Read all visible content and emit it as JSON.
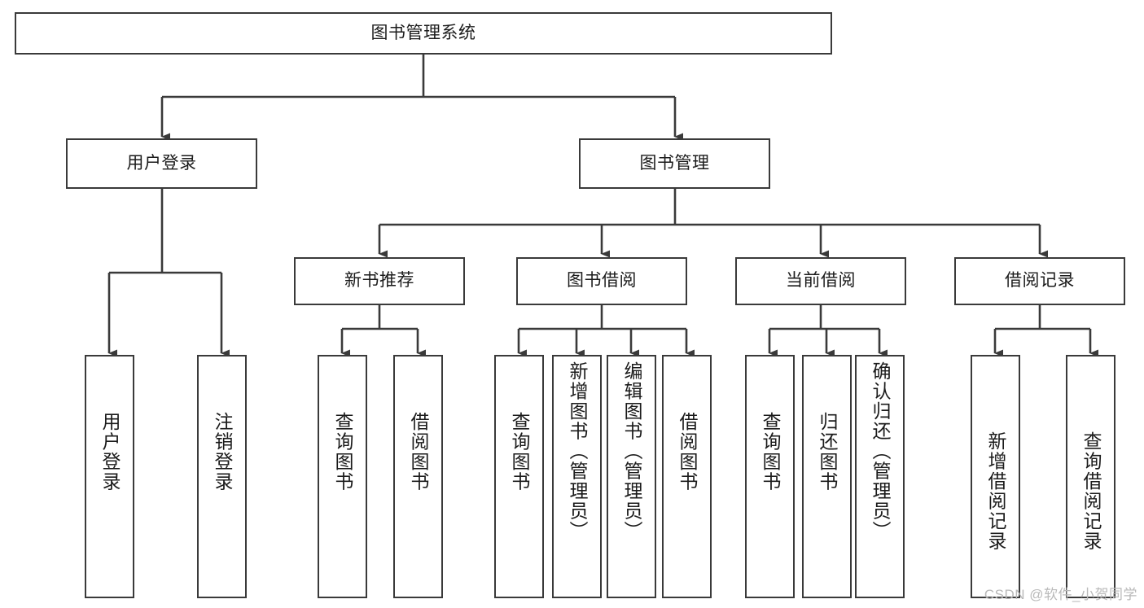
{
  "diagram": {
    "title": "图书管理系统",
    "type": "tree-hierarchy-diagram",
    "orientation": "top-down",
    "colors": {
      "box_border": "#3a3a3a",
      "box_fill": "#ffffff",
      "edge": "#3a3a3a",
      "text": "#1b1b1b",
      "watermark": "#b9b9b9",
      "background": "#ffffff"
    },
    "root": {
      "label": "图书管理系统"
    },
    "level2": [
      {
        "label": "用户登录"
      },
      {
        "label": "图书管理"
      }
    ],
    "level3": [
      {
        "label": "新书推荐"
      },
      {
        "label": "图书借阅"
      },
      {
        "label": "当前借阅"
      },
      {
        "label": "借阅记录"
      }
    ],
    "leaves": {
      "user_login": [
        {
          "label": "用户登录"
        },
        {
          "label": "注销登录"
        }
      ],
      "new_book_recommend": [
        {
          "label": "查询图书"
        },
        {
          "label": "借阅图书"
        }
      ],
      "book_borrow": [
        {
          "label": "查询图书"
        },
        {
          "label": "新增图书（管理员）"
        },
        {
          "label": "编辑图书（管理员）"
        },
        {
          "label": "借阅图书"
        }
      ],
      "current_borrow": [
        {
          "label": "查询图书"
        },
        {
          "label": "归还图书"
        },
        {
          "label": "确认归还（管理员）"
        }
      ],
      "borrow_records": [
        {
          "label": "新增借阅记录"
        },
        {
          "label": "查询借阅记录"
        }
      ]
    }
  },
  "watermark": {
    "text": "CSDN @软件_小贺同学"
  }
}
